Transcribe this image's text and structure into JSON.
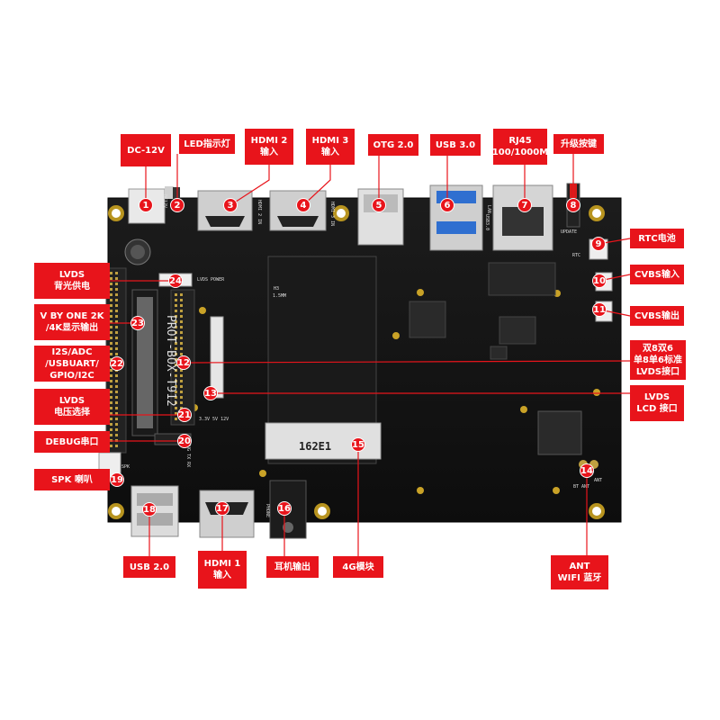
{
  "callouts": [
    {
      "num": "1",
      "lines": [
        "DC-12V"
      ]
    },
    {
      "num": "2",
      "lines": [
        "LED指示灯"
      ]
    },
    {
      "num": "3",
      "lines": [
        "HDMI 2",
        "输入"
      ]
    },
    {
      "num": "4",
      "lines": [
        "HDMI 3",
        "输入"
      ]
    },
    {
      "num": "5",
      "lines": [
        "OTG 2.0"
      ]
    },
    {
      "num": "6",
      "lines": [
        "USB 3.0"
      ]
    },
    {
      "num": "7",
      "lines": [
        "RJ45",
        "100/1000M"
      ]
    },
    {
      "num": "8",
      "lines": [
        "升级按键"
      ]
    },
    {
      "num": "9",
      "lines": [
        "RTC电池"
      ]
    },
    {
      "num": "10",
      "lines": [
        "CVBS输入"
      ]
    },
    {
      "num": "11",
      "lines": [
        "CVBS输出"
      ]
    },
    {
      "num": "12",
      "lines": [
        "双8双6",
        "单8单6标准",
        "LVDS接口"
      ]
    },
    {
      "num": "13",
      "lines": [
        "LVDS",
        "LCD 接口"
      ]
    },
    {
      "num": "14",
      "lines": [
        "ANT",
        "WIFI 蓝牙"
      ]
    },
    {
      "num": "15",
      "lines": [
        "4G模块"
      ]
    },
    {
      "num": "16",
      "lines": [
        "耳机输出"
      ]
    },
    {
      "num": "17",
      "lines": [
        "HDMI 1",
        "输入"
      ]
    },
    {
      "num": "18",
      "lines": [
        "USB 2.0"
      ]
    },
    {
      "num": "19",
      "lines": [
        "SPK 喇叭"
      ]
    },
    {
      "num": "20",
      "lines": [
        "DEBUG串口"
      ]
    },
    {
      "num": "21",
      "lines": [
        "LVDS",
        "电压选择"
      ]
    },
    {
      "num": "22",
      "lines": [
        "I2S/ADC",
        "/USBUART/",
        "GPIO/I2C"
      ]
    },
    {
      "num": "23",
      "lines": [
        "V BY ONE 2K",
        "/4K显示输出"
      ]
    },
    {
      "num": "24",
      "lines": [
        "LVDS",
        "背光供电"
      ]
    }
  ],
  "board": {
    "silkscreen": [
      "PROT-BOX-T912",
      "DC12V",
      "LVDS POWER",
      "HDMI 2 IN",
      "HDMI 3 IN",
      "USB3.0",
      "LAN",
      "RTC",
      "UPDATE",
      "ANT",
      "BT ANT",
      "SPK",
      "PHONE",
      "DEBUG TX RX",
      "3.3V 5V 12V",
      "H3",
      "1.5MM"
    ],
    "chip_marking": "162E1",
    "accent_color": "#e8141b",
    "pcb_color": "#141414"
  }
}
